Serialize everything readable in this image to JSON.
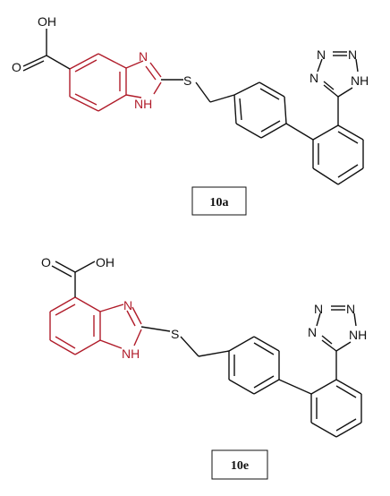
{
  "colors": {
    "benzimidazole": "#b01c2a",
    "bond": "#111111",
    "background": "#ffffff"
  },
  "atoms": {
    "N": "N",
    "NH": "NH",
    "S": "S",
    "O": "O",
    "OH": "OH"
  },
  "compounds": [
    {
      "label": "10a"
    },
    {
      "label": "10e"
    }
  ]
}
